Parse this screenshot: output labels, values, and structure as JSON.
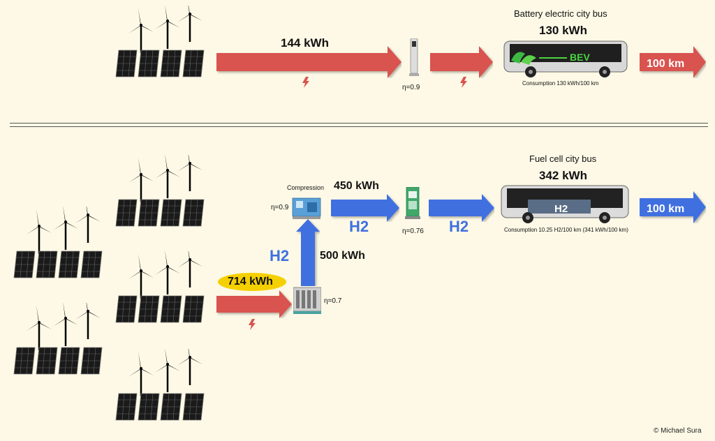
{
  "bev": {
    "title": "Battery electric city bus",
    "bus_energy": "130 kWh",
    "input_energy": "144 kWh",
    "charger_efficiency": "η=0.9",
    "bus_label": "BEV",
    "consumption": "Consumption 130 kWh/100 km",
    "distance": "100 km",
    "arrow_color": "#d9534f"
  },
  "fcev": {
    "title": "Fuel cell city bus",
    "bus_energy": "342 kWh",
    "input_energy": "714 kWh",
    "electrolysis_efficiency": "η=0.7",
    "electrolysis_output": "500 kWh",
    "compression_label": "Compression",
    "compression_efficiency": "η=0.9",
    "compression_output": "450 kWh",
    "station_efficiency": "η=0.76",
    "h2_label_1": "H2",
    "h2_label_2": "H2",
    "h2_label_3": "H2",
    "bus_label": "H2",
    "consumption": "Consumption 10.25 H2/100 km (341 kWh/100 km)",
    "distance": "100 km",
    "arrow_color": "#3f6fe0",
    "highlight_color": "#f5d000"
  },
  "copyright": "© Michael Sura"
}
